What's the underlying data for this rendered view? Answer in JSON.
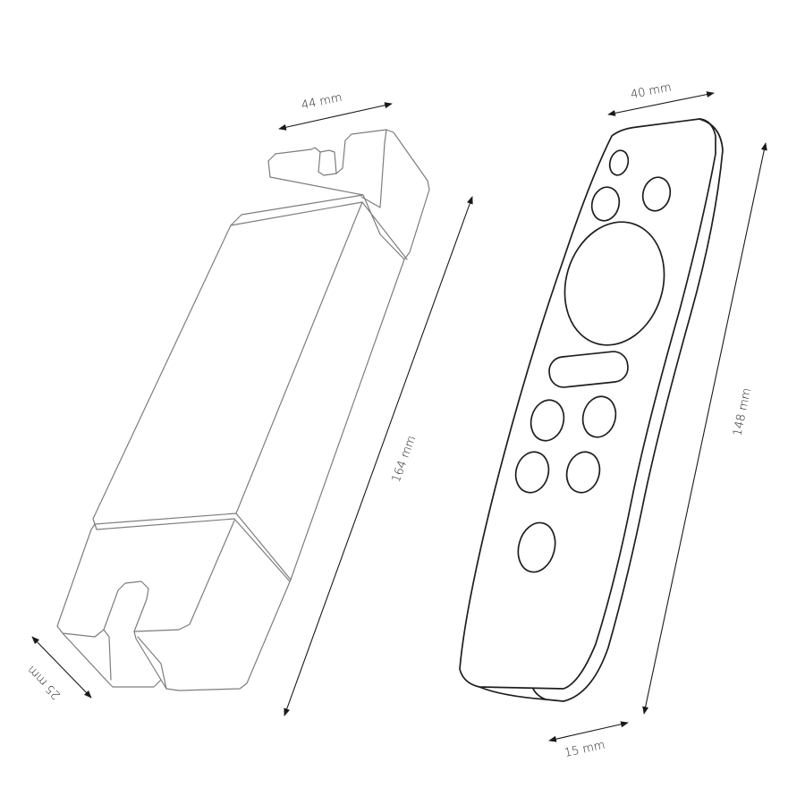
{
  "diagram": {
    "colors": {
      "background": "#ffffff",
      "driver_outline": "#7d7d7d",
      "remote_outline": "#1e1e1e",
      "dimension": "#1a1a1a"
    },
    "driver": {
      "dimensions": {
        "width": "44 mm",
        "length": "164 mm",
        "height": "25 mm"
      }
    },
    "remote": {
      "dimensions": {
        "width": "40 mm",
        "length": "148 mm",
        "depth": "15 mm"
      }
    }
  }
}
